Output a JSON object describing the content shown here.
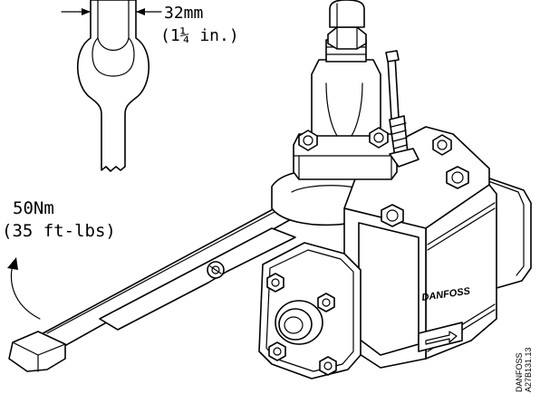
{
  "wrench_size": {
    "metric": "32mm",
    "imperial": "(1¼ in.)"
  },
  "torque": {
    "metric": "50Nm",
    "imperial": "(35 ft-lbs)"
  },
  "valve_brand": "DANFOSS",
  "drawing_code": {
    "line1": "DANFOSS",
    "line2": "A27B131.13"
  },
  "colors": {
    "ink": "#000000",
    "paper": "#ffffff"
  }
}
